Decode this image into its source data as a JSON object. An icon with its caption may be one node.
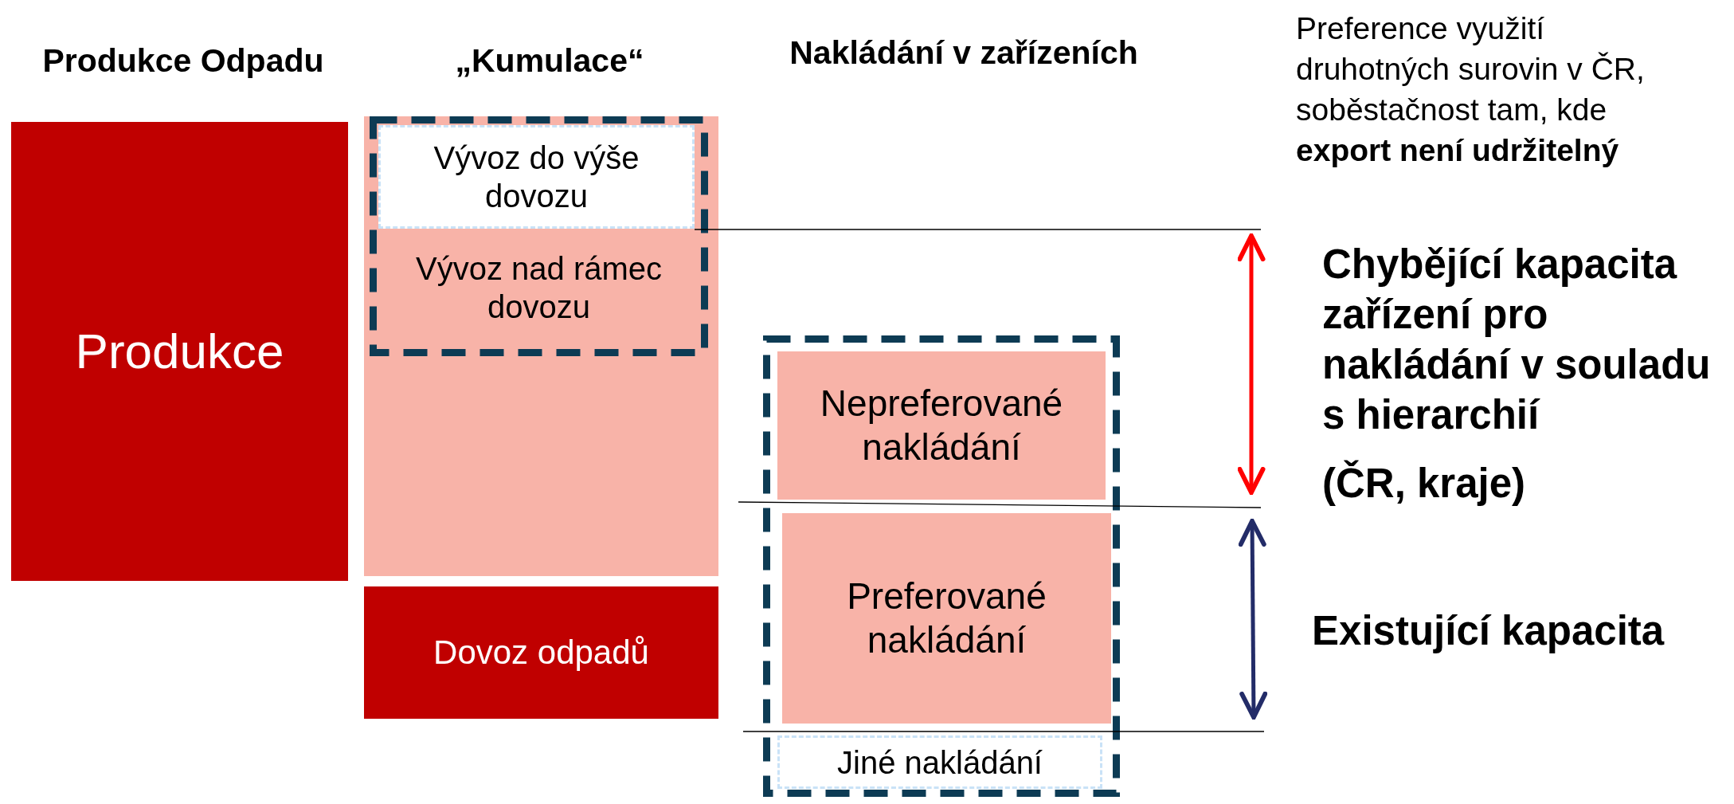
{
  "diagram": {
    "nodes": [
      {
        "text": [
          "Produkce"
        ]
      },
      {
        "text": [],
        "shape": "box"
      },
      {
        "text": [
          "Vývoz nad rámec dovozu"
        ],
        "in": 1
      },
      {
        "text": [
          "Vývoz do výše dovozu"
        ],
        "in": 2
      },
      {
        "text": [
          "Dovoz odpadů"
        ]
      },
      {
        "text": [],
        "shape": "box"
      },
      {
        "text": [
          "Nepreferované nakládání"
        ],
        "in": 5
      },
      {
        "text": [
          "Preferované nakládání"
        ],
        "in": 5
      },
      {
        "text": [
          "Jiné nakládání"
        ],
        "in": 5
      }
    ],
    "labels": [
      "Produkce Odpadu",
      "„Kumulace“",
      "Nakládání v zařízeních",
      "Preference využití druhotných surovin v ČR, soběstačnost tam, kde **export není udržitelný**",
      "Chybějící kapacita zařízení pro nakládání v souladu s hierarchií",
      "(ČR, kraje)",
      "Existující kapacita"
    ]
  }
}
